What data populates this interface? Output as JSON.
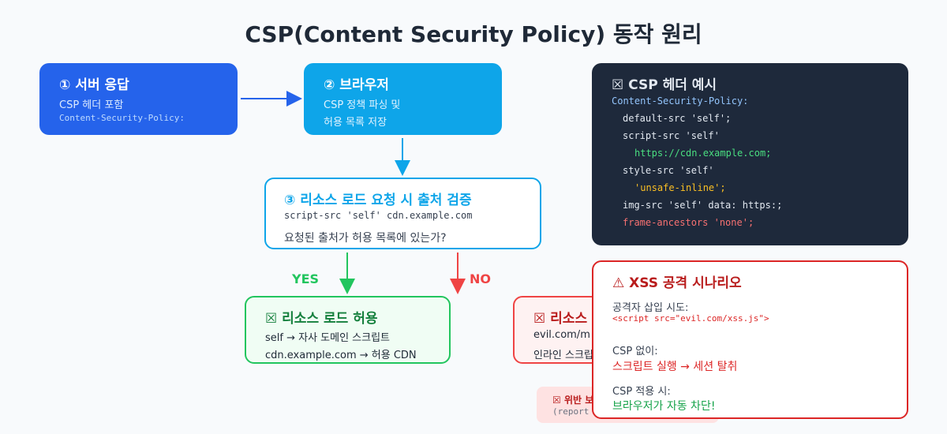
{
  "title": "CSP(Content Security Policy) 동작 원리",
  "step1": {
    "title": "① 서버 응답",
    "line1": "CSP 헤더 포함",
    "line2": "Content-Security-Policy:"
  },
  "step2": {
    "title": "② 브라우저",
    "line1": "CSP 정책 파싱 및",
    "line2": "허용 목록 저장"
  },
  "step3": {
    "title": "③ 리소스 로드 요청 시 출처 검증",
    "line1": "script-src 'self' cdn.example.com",
    "line2": "요청된 출처가 허용 목록에 있는가?"
  },
  "branches": {
    "yes": "YES",
    "no": "NO"
  },
  "allow": {
    "title": "리소스 로드 허용",
    "line1": "self → 자사 도메인 스크립트",
    "line2": "cdn.example.com → 허용 CDN"
  },
  "block": {
    "title": "리소스",
    "line1": "evil.com/m",
    "line2": "인라인 스크립"
  },
  "report": {
    "line1": "위반 보",
    "line2": "(report"
  },
  "header_example": {
    "title": "CSP 헤더 예시",
    "lines": [
      "Content-Security-Policy:",
      "default-src 'self';",
      "script-src 'self'",
      "https://cdn.example.com;",
      "style-src 'self'",
      "'unsafe-inline';",
      "img-src 'self' data: https:;",
      "frame-ancestors 'none';"
    ]
  },
  "xss": {
    "title": "⚠ XSS 공격 시나리오",
    "attempt_label": "공격자 삽입 시도:",
    "attempt_code": "<script src=\"evil.com/xss.js\">",
    "without_label": "CSP 없이:",
    "without_result": "스크립트 실행 → 세션 탈취",
    "with_label": "CSP 적용 시:",
    "with_result": "브라우저가 자동 차단!"
  },
  "colors": {
    "step1": "#2563eb",
    "step2": "#0ea5e9",
    "allow": "#22c55e",
    "block": "#ef4444",
    "header_bg": "#1e293b",
    "xss_border": "#dc2626"
  }
}
